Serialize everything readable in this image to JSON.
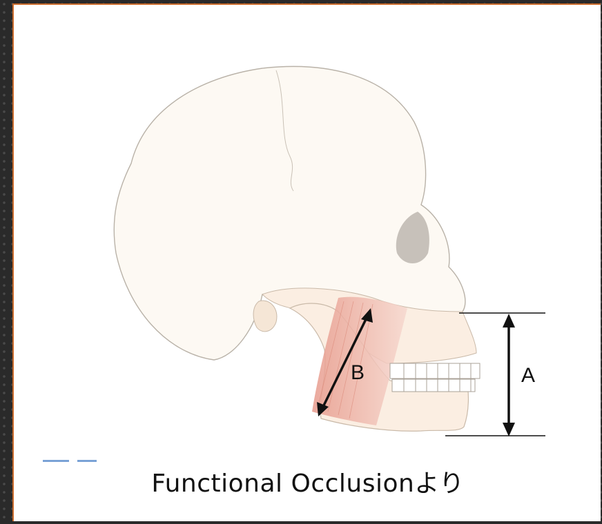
{
  "diagram": {
    "label_a": "A",
    "label_b": "B",
    "caption": "Functional Occlusionより"
  },
  "colors": {
    "frame_border": "#c96a2a",
    "bone": "#fbf3e8",
    "bone_outline": "#b9b2a8",
    "muscle": "#e8a99a",
    "arrow": "#111111"
  }
}
